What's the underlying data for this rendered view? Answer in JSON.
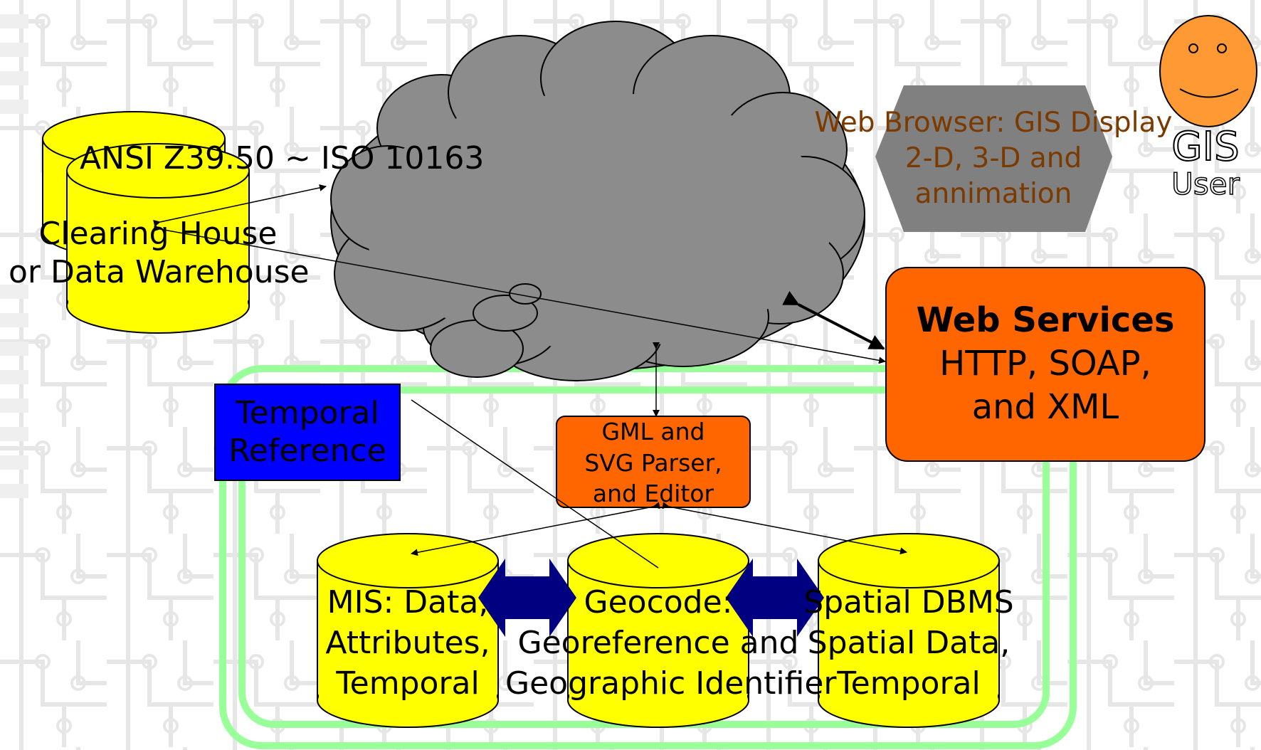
{
  "protocol_label": "ANSI Z39.50 ~ ISO 10163",
  "clearing_house": {
    "line1": "Clearing House",
    "line2": "or Data Warehouse"
  },
  "web_browser": {
    "line1": "Web Browser: GIS Display",
    "line2": "2-D, 3-D and",
    "line3": "annimation"
  },
  "gis_user": {
    "line1": "GIS",
    "line2": "User"
  },
  "web_services": {
    "title": "Web Services",
    "line2": "HTTP, SOAP,",
    "line3": "and XML"
  },
  "temporal_reference": {
    "line1": "Temporal",
    "line2": "Reference"
  },
  "parser": {
    "line1": "GML and",
    "line2": "SVG Parser,",
    "line3": "and Editor"
  },
  "mis_db": {
    "line1": "MIS: Data,",
    "line2": "Attributes,",
    "line3": "Temporal"
  },
  "geocode_db": {
    "line1": "Geocode:",
    "line2": "Georeference and",
    "line3": "Geographic Identifier"
  },
  "spatial_db": {
    "line1": "Spatial DBMS",
    "line2": "Spatial Data,",
    "line3": "Temporal"
  },
  "colors": {
    "cloud": "#8c8c8c",
    "database": "#ffff00",
    "orange_box": "#ff6600",
    "temporal_box": "#0000ff",
    "browser_hexagon": "#808080",
    "browser_text": "#7a3a00",
    "smiley": "#ff9933",
    "green_frame": "#99ff99",
    "double_arrow": "#000080"
  },
  "icons": [
    "cloud-shape",
    "database-cylinder",
    "smiley-face-icon",
    "double-arrow"
  ]
}
